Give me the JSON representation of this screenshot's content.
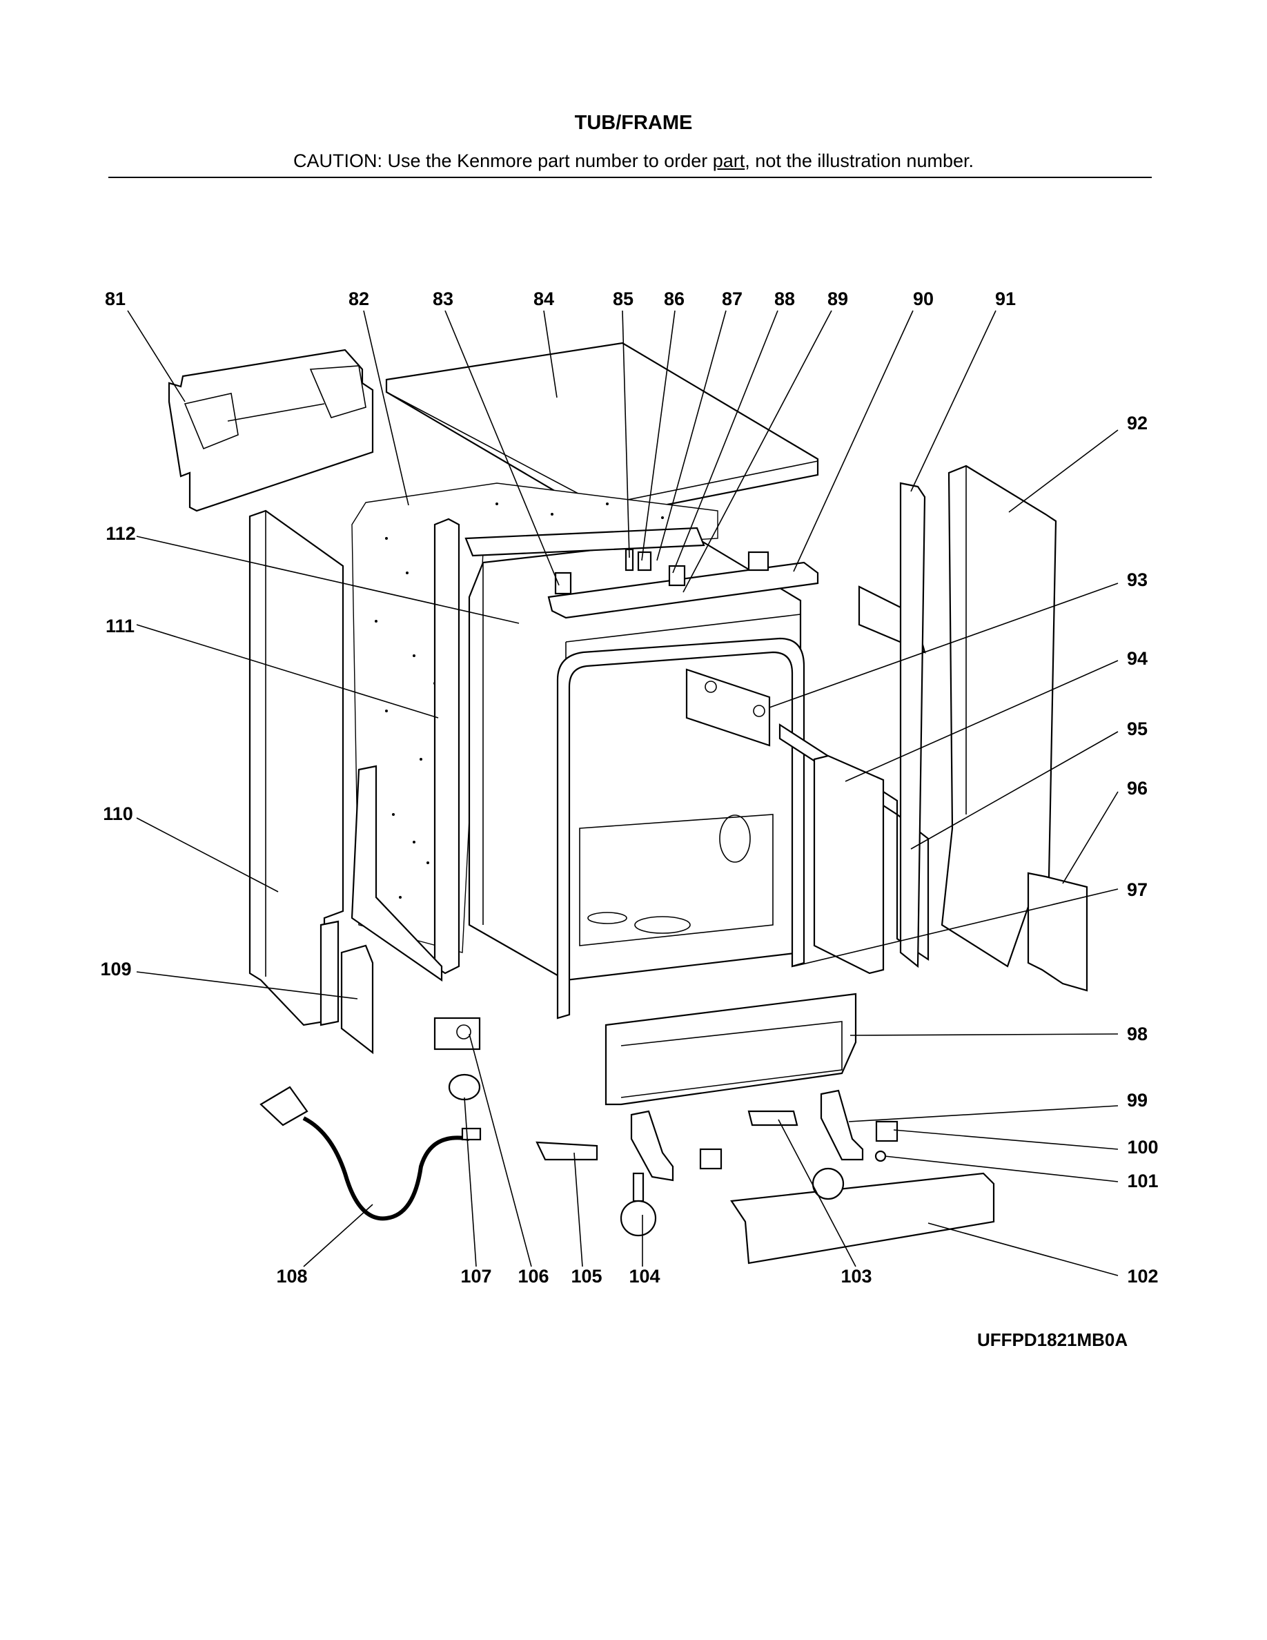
{
  "header": {
    "title": "TUB/FRAME",
    "caution_prefix": "CAUTION: Use the Kenmore part number to order ",
    "caution_link": "part",
    "caution_suffix": ", not the illustration number."
  },
  "drawing_code": "UFFPD1821MB0A",
  "callouts": {
    "c81": "81",
    "c82": "82",
    "c83": "83",
    "c84": "84",
    "c85": "85",
    "c86": "86",
    "c87": "87",
    "c88": "88",
    "c89": "89",
    "c90": "90",
    "c91": "91",
    "c92": "92",
    "c93": "93",
    "c94": "94",
    "c95": "95",
    "c96": "96",
    "c97": "97",
    "c98": "98",
    "c99": "99",
    "c100": "100",
    "c101": "101",
    "c102": "102",
    "c103": "103",
    "c104": "104",
    "c105": "105",
    "c106": "106",
    "c107": "107",
    "c108": "108",
    "c109": "109",
    "c110": "110",
    "c111": "111",
    "c112": "112"
  }
}
